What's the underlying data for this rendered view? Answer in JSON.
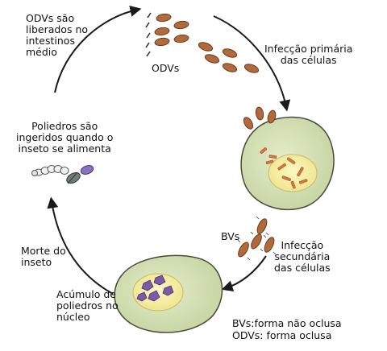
{
  "labels": {
    "odvs_released": "ODVs são\nliberados no\nintestinos\nmédio",
    "odvs": "ODVs",
    "primary_infection": "Infecção primária\ndas células",
    "polyhedra_ingested": "Poliedros são\ningeridos quando o\ninseto se alimenta",
    "bvs": "BVs",
    "secondary_infection": "Infecção\nsecundária\ndas células",
    "insect_death": "Morte do\ninseto",
    "polyhedra_accumulation": "Acúmulo de\npoliedros no\nnúcleo",
    "legend_bvs": "BVs:forma não oclusa",
    "legend_odvs": "ODVs: forma oclusa"
  },
  "colors": {
    "virion": "#b06a3c",
    "virion_outline": "#6e3a1c",
    "cell_fill": "#d3dfb6",
    "cell_outline": "#4a4a3a",
    "nucleus_fill": "#f6f1a6",
    "rod": "#d9793c",
    "polyhedron": "#7d5aa6",
    "arrow": "#1a1a1a"
  },
  "icons": [
    "cycle-arrow",
    "caterpillar-icon",
    "polyhedron-icon",
    "virion-icon"
  ]
}
